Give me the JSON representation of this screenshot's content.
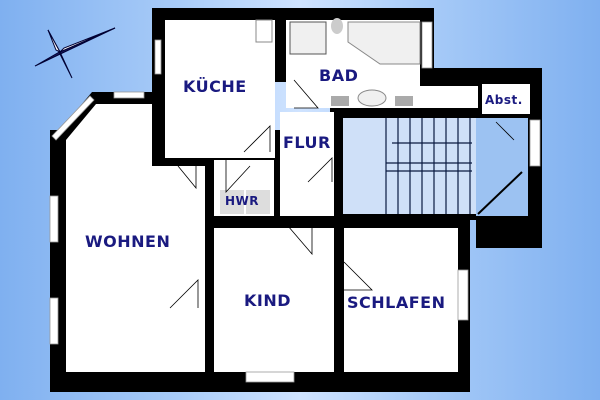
{
  "plan": {
    "rooms": [
      {
        "id": "kueche",
        "label": "KÜCHE"
      },
      {
        "id": "bad",
        "label": "BAD"
      },
      {
        "id": "abst",
        "label": "Abst."
      },
      {
        "id": "flur",
        "label": "FLUR"
      },
      {
        "id": "hwr",
        "label": "HWR"
      },
      {
        "id": "wohnen",
        "label": "WOHNEN"
      },
      {
        "id": "kind",
        "label": "KIND"
      },
      {
        "id": "schlafen",
        "label": "SCHLAFEN"
      }
    ],
    "compass": "compass-rose-icon",
    "colors": {
      "wall": "#000000",
      "floor": "#ffffff",
      "label": "#1a1a80",
      "background": "#7fb0f0",
      "stairs": "#cfe0f8"
    }
  }
}
